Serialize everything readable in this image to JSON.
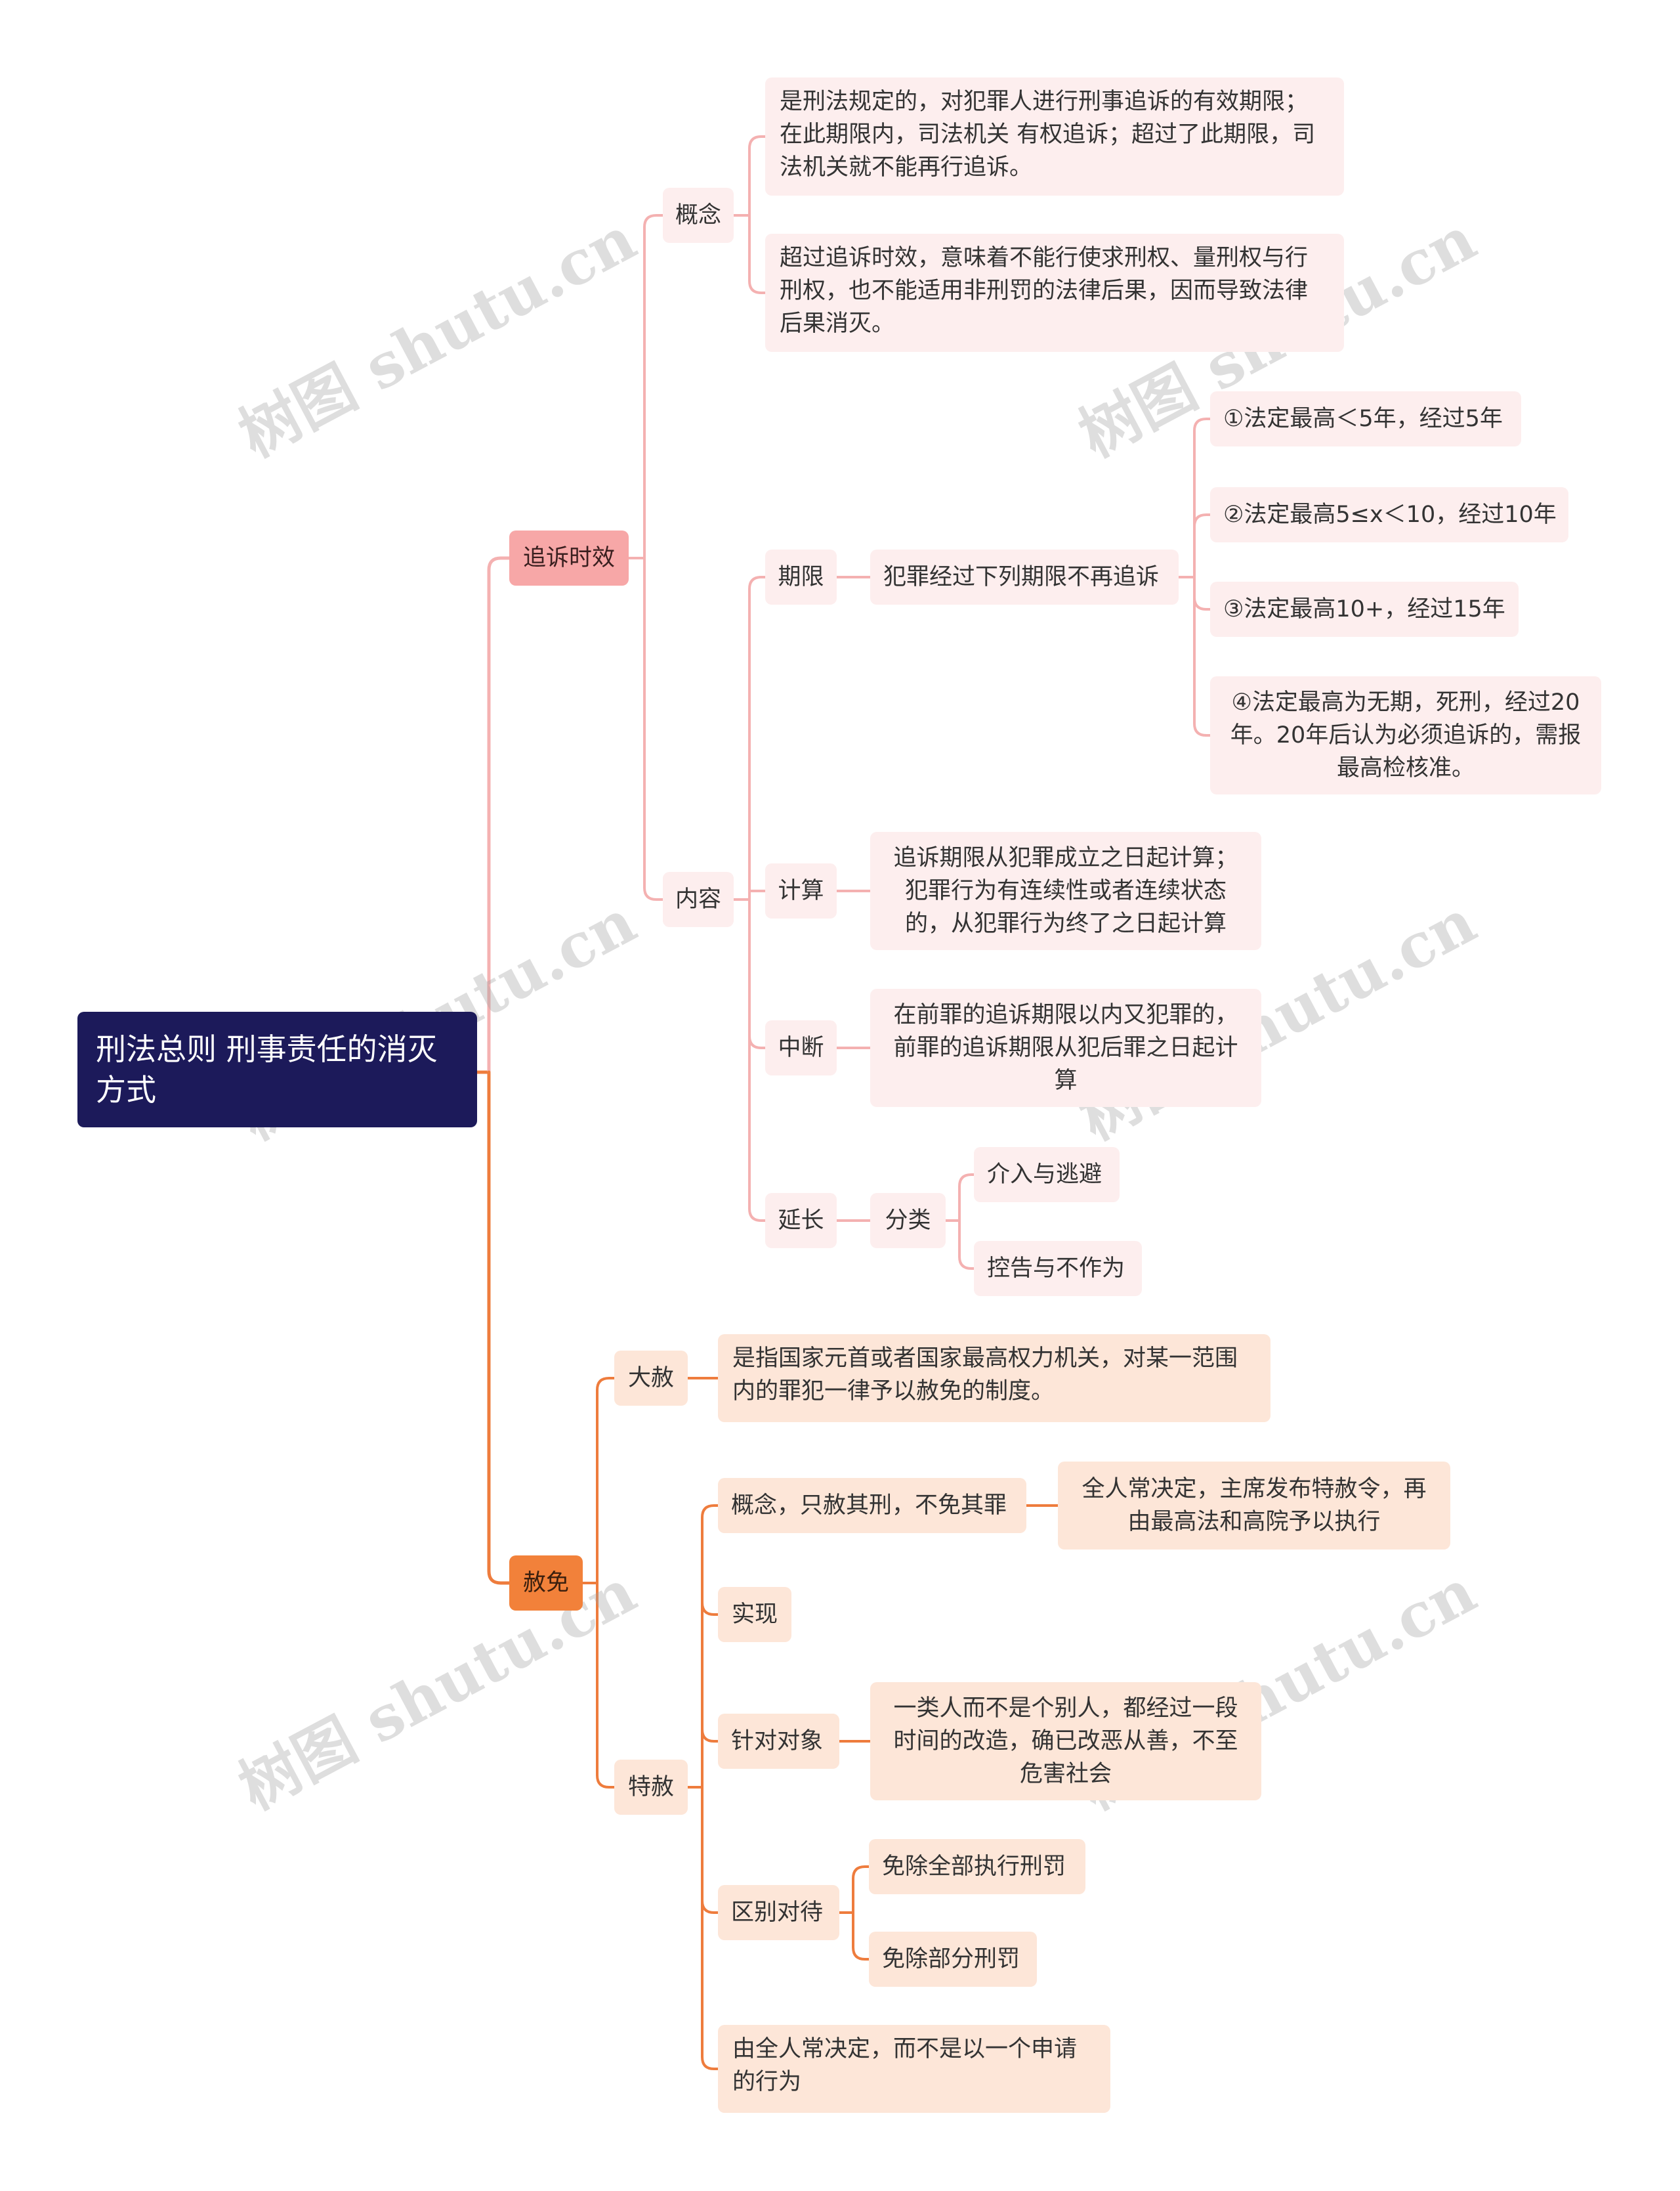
{
  "root": {
    "title": "刑法总则 刑事责任的消灭方式"
  },
  "branches": {
    "prescription": {
      "label": "追诉时效",
      "concept": {
        "label": "概念",
        "items": [
          "是刑法规定的，对犯罪人进行刑事追诉的有效期限；在此期限内，司法机关 有权追诉；超过了此期限，司法机关就不能再行追诉。",
          "超过追诉时效，意味着不能行使求刑权、量刑权与行刑权，也不能适用非刑罚的法律后果，因而导致法律后果消灭。"
        ]
      },
      "content": {
        "label": "内容",
        "limit": {
          "label": "期限",
          "sub": "犯罪经过下列期限不再追诉",
          "items": [
            "①法定最高＜5年，经过5年",
            "②法定最高5≤x＜10，经过10年",
            "③法定最高10+，经过15年",
            "④法定最高为无期，死刑，经过20年。20年后认为必须追诉的，需报最高检核准。"
          ]
        },
        "calc": {
          "label": "计算",
          "text": "追诉期限从犯罪成立之日起计算；犯罪行为有连续性或者连续状态的，从犯罪行为终了之日起计算"
        },
        "interrupt": {
          "label": "中断",
          "text": "在前罪的追诉期限以内又犯罪的，前罪的追诉期限从犯后罪之日起计算"
        },
        "extend": {
          "label": "延长",
          "sub": "分类",
          "items": [
            "介入与逃避",
            "控告与不作为"
          ]
        }
      }
    },
    "pardon": {
      "label": "赦免",
      "amnesty": {
        "label": "大赦",
        "text": "是指国家元首或者国家最高权力机关，对某一范围内的罪犯一律予以赦免的制度。"
      },
      "special": {
        "label": "特赦",
        "concept": {
          "label": "概念，只赦其刑，不免其罪",
          "text": "全人常决定，主席发布特赦令，再由最高法和高院予以执行"
        },
        "realize": {
          "label": "实现"
        },
        "target": {
          "label": "针对对象",
          "text": "一类人而不是个别人，都经过一段时间的改造，确已改恶从善，不至危害社会"
        },
        "differ": {
          "label": "区别对待",
          "items": [
            "免除全部执行刑罚",
            "免除部分刑罚"
          ]
        },
        "decide": {
          "label": "由全人常决定，而不是以一个申请的行为"
        }
      }
    }
  },
  "watermark": "树图 shutu.cn",
  "colors": {
    "root": "#1c1a5a",
    "pink_branch": "#f7a7a7",
    "pink_node": "#fdeeee",
    "pink_line": "#f4b1b1",
    "orange_branch": "#f2813a",
    "orange_node": "#fde6d8",
    "orange_line": "#ee7c3d"
  }
}
